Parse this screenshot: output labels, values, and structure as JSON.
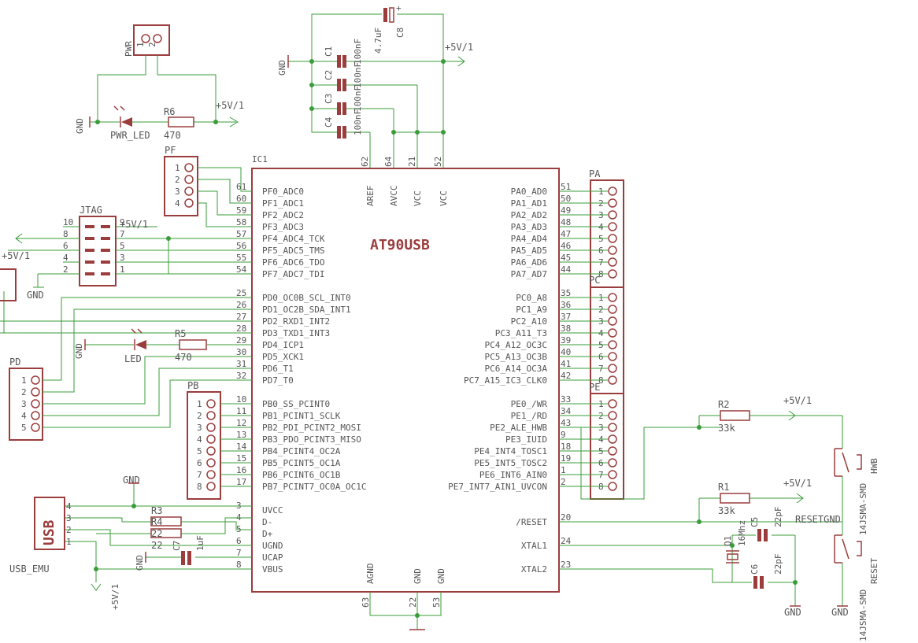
{
  "ic": {
    "ref": "IC1",
    "name": "AT90USB",
    "left_pins": [
      {
        "num": "61",
        "name": "PF0_ADC0"
      },
      {
        "num": "60",
        "name": "PF1_ADC1"
      },
      {
        "num": "59",
        "name": "PF2_ADC2"
      },
      {
        "num": "58",
        "name": "PF3_ADC3"
      },
      {
        "num": "57",
        "name": "PF4_ADC4_TCK"
      },
      {
        "num": "56",
        "name": "PF5_ADC5_TMS"
      },
      {
        "num": "55",
        "name": "PF6_ADC6_TDO"
      },
      {
        "num": "54",
        "name": "PF7_ADC7_TDI"
      },
      {
        "num": "25",
        "name": "PD0_OC0B_SCL_INT0"
      },
      {
        "num": "26",
        "name": "PD1_OC2B_SDA_INT1"
      },
      {
        "num": "27",
        "name": "PD2_RXD1_INT2"
      },
      {
        "num": "28",
        "name": "PD3_TXD1_INT3"
      },
      {
        "num": "29",
        "name": "PD4_ICP1"
      },
      {
        "num": "30",
        "name": "PD5_XCK1"
      },
      {
        "num": "31",
        "name": "PD6_T1"
      },
      {
        "num": "32",
        "name": "PD7_T0"
      },
      {
        "num": "10",
        "name": "PB0_SS_PCINT0"
      },
      {
        "num": "11",
        "name": "PB1_PCINT1_SCLK"
      },
      {
        "num": "12",
        "name": "PB2_PDI_PCINT2_MOSI"
      },
      {
        "num": "13",
        "name": "PB3_PDO_PCINT3_MISO"
      },
      {
        "num": "14",
        "name": "PB4_PCINT4_OC2A"
      },
      {
        "num": "15",
        "name": "PB5_PCINT5_OC1A"
      },
      {
        "num": "16",
        "name": "PB6_PCINT6_OC1B"
      },
      {
        "num": "17",
        "name": "PB7_PCINT7_OC0A_OC1C"
      },
      {
        "num": "3",
        "name": "UVCC"
      },
      {
        "num": "4",
        "name": "D-"
      },
      {
        "num": "5",
        "name": "D+"
      },
      {
        "num": "6",
        "name": "UGND"
      },
      {
        "num": "7",
        "name": "UCAP"
      },
      {
        "num": "8",
        "name": "VBUS"
      }
    ],
    "right_pins": [
      {
        "num": "51",
        "name": "PA0_AD0"
      },
      {
        "num": "50",
        "name": "PA1_AD1"
      },
      {
        "num": "49",
        "name": "PA2_AD2"
      },
      {
        "num": "48",
        "name": "PA3_AD3"
      },
      {
        "num": "47",
        "name": "PA4_AD4"
      },
      {
        "num": "46",
        "name": "PA5_AD5"
      },
      {
        "num": "45",
        "name": "PA6_AD6"
      },
      {
        "num": "44",
        "name": "PA7_AD7"
      },
      {
        "num": "35",
        "name": "PC0_A8"
      },
      {
        "num": "36",
        "name": "PC1_A9"
      },
      {
        "num": "37",
        "name": "PC2_A10"
      },
      {
        "num": "38",
        "name": "PC3_A11_T3"
      },
      {
        "num": "39",
        "name": "PC4_A12_OC3C"
      },
      {
        "num": "40",
        "name": "PC5_A13_OC3B"
      },
      {
        "num": "41",
        "name": "PC6_A14_OC3A"
      },
      {
        "num": "42",
        "name": "PC7_A15_IC3_CLK0"
      },
      {
        "num": "33",
        "name": "PE0_/WR"
      },
      {
        "num": "34",
        "name": "PE1_/RD"
      },
      {
        "num": "43",
        "name": "PE2_ALE_HWB"
      },
      {
        "num": "9",
        "name": "PE3_IUID"
      },
      {
        "num": "18",
        "name": "PE4_INT4_TOSC1"
      },
      {
        "num": "19",
        "name": "PE5_INT5_TOSC2"
      },
      {
        "num": "1",
        "name": "PE6_INT6_AIN0"
      },
      {
        "num": "2",
        "name": "PE7_INT7_AIN1_UVCON"
      },
      {
        "num": "20",
        "name": "/RESET"
      },
      {
        "num": "24",
        "name": "XTAL1"
      },
      {
        "num": "23",
        "name": "XTAL2"
      }
    ],
    "top_pins": [
      {
        "num": "62",
        "name": "AREF"
      },
      {
        "num": "64",
        "name": "AVCC"
      },
      {
        "num": "21",
        "name": "VCC"
      },
      {
        "num": "52",
        "name": "VCC"
      }
    ],
    "bottom_pins": [
      {
        "num": "63",
        "name": "AGND"
      },
      {
        "num": "22",
        "name": "GND"
      },
      {
        "num": "53",
        "name": "GND"
      }
    ]
  },
  "headers": {
    "pa": "PA",
    "pc": "PC",
    "pe": "PE",
    "pb": "PB",
    "pd": "PD",
    "pf": "PF",
    "jtag": "JTAG",
    "pwr": "PWR"
  },
  "header_pins_8": [
    "1",
    "2",
    "3",
    "4",
    "5",
    "6",
    "7",
    "8"
  ],
  "header_pins_5": [
    "1",
    "2",
    "3",
    "4",
    "5"
  ],
  "header_pins_4": [
    "1",
    "2",
    "3",
    "4"
  ],
  "header_pins_2": [
    "1",
    "2"
  ],
  "jtag_pins": {
    "left": [
      "10",
      "8",
      "6",
      "4",
      "2"
    ],
    "right": [
      "9",
      "7",
      "5",
      "3",
      "1"
    ]
  },
  "labels": {
    "vcc": "+5V/1",
    "gnd": "GND",
    "r1": "R1",
    "r1_val": "33k",
    "r2": "R2",
    "r2_val": "33k",
    "r3": "R3",
    "r3_val": "22",
    "r4": "R4",
    "r4_val": "22",
    "r5": "R5",
    "r5_val": "470",
    "r6": "R6",
    "r6_val": "470",
    "c1": "C1",
    "c2": "C2",
    "c3": "C3",
    "c4": "C4",
    "c_val": "100nF",
    "c5": "C5",
    "c5_val": "22pF",
    "c6": "C6",
    "c6_val": "22pF",
    "c7": "C7",
    "c7_val": "1uF",
    "c8": "C8",
    "c8_val": "4.7uF",
    "q1": "Q1",
    "q1_val": "16Mhz",
    "led": "LED",
    "pwr_led": "PWR_LED",
    "usb": "USB",
    "usb_emu": "USB_EMU",
    "usb_pins": [
      "4",
      "3",
      "2",
      "1"
    ],
    "hwb": "HWB",
    "reset": "RESET",
    "reset_gnd": "RESETGND",
    "sw1": "14JSMA-SMD",
    "sw2": "14JSMA-SMD"
  }
}
